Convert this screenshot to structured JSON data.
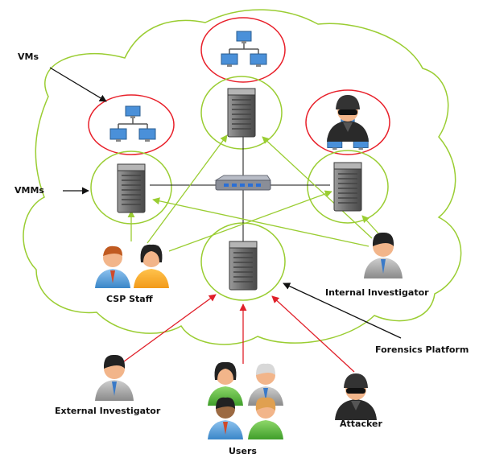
{
  "labels": {
    "vms": "VMs",
    "vmms": "VMMs",
    "csp_staff": "CSP Staff",
    "internal_investigator": "Internal Investigator",
    "forensics_platform": "Forensics Platform",
    "external_investigator": "External Investigator",
    "users": "Users",
    "attacker": "Attacker"
  },
  "colors": {
    "cloud_outline": "#9acd32",
    "vm_circle": "#e8202a",
    "vmm_circle": "#9acd32",
    "red_arrow": "#e0202a",
    "green_arrow": "#9acd32",
    "black_line": "#111111",
    "server_body": "#6b6b6b",
    "monitor": "#4a90d9"
  },
  "icons": [
    "network-icon",
    "server-icon",
    "switch-icon",
    "attacker-icon",
    "person-icon"
  ]
}
